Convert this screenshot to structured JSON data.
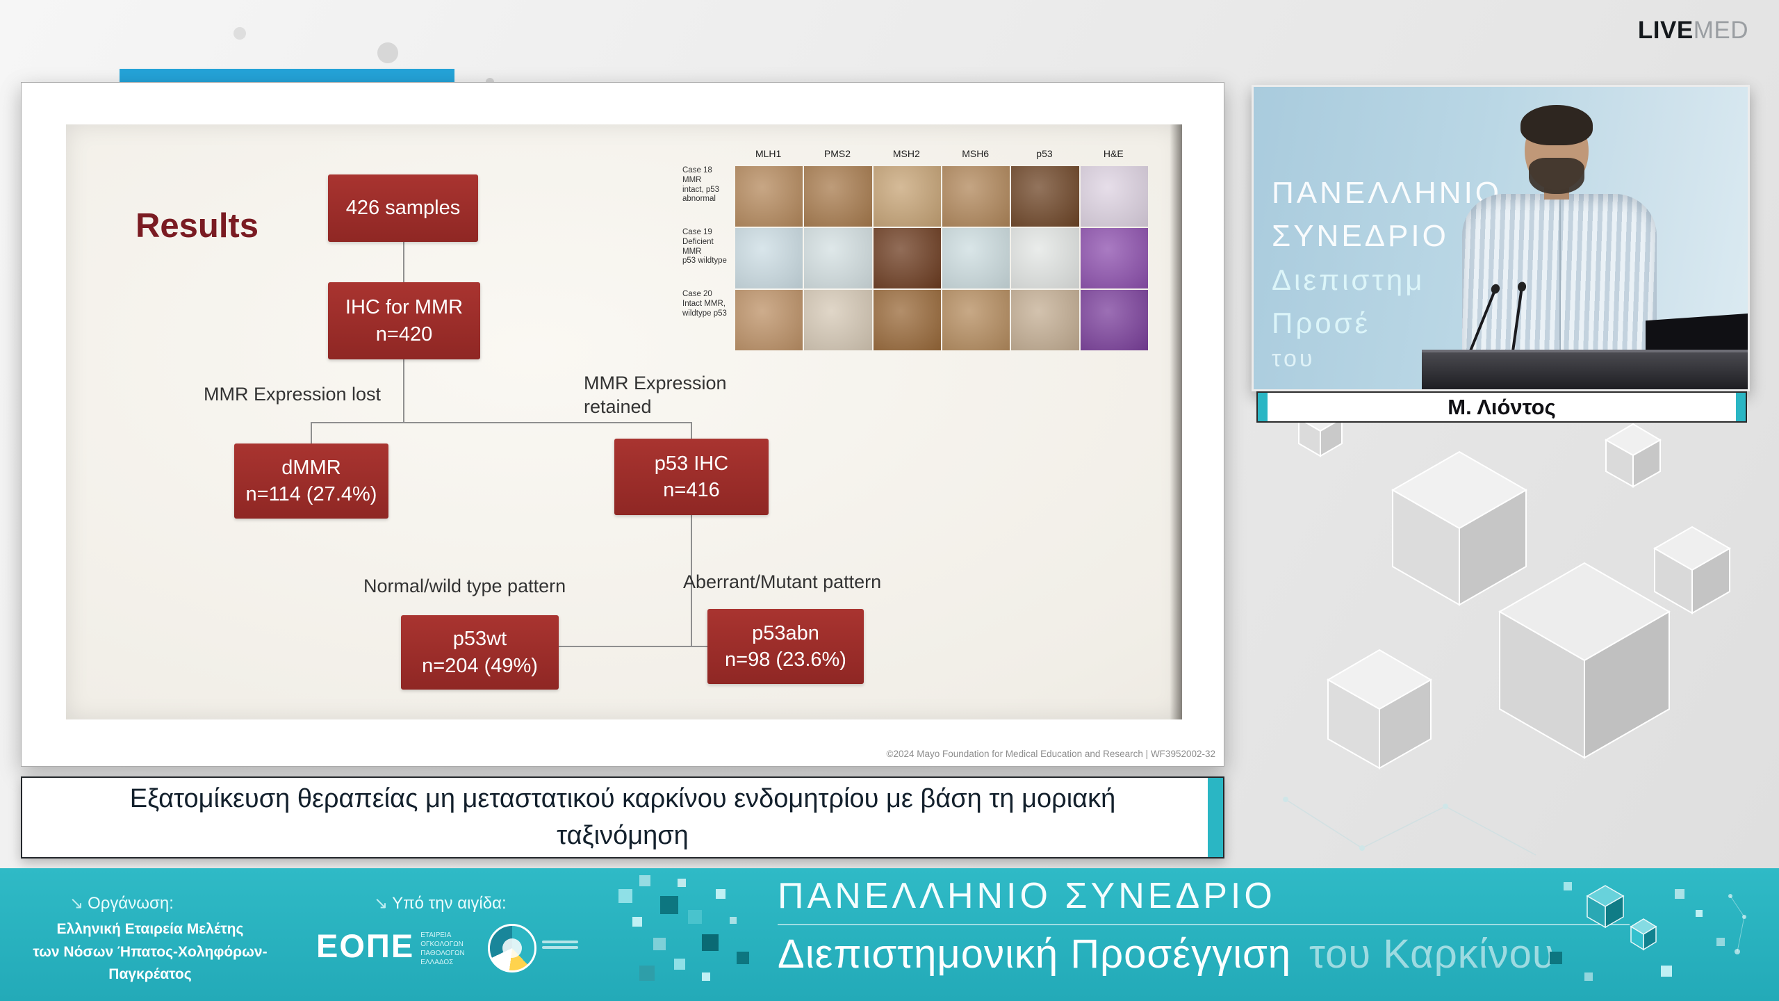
{
  "brand": {
    "live": "LIVE",
    "med": "MED"
  },
  "slide": {
    "title": "Results",
    "flowchart": {
      "box_samples": {
        "line1": "426 samples"
      },
      "box_ihc": {
        "line1": "IHC for MMR",
        "line2": "n=420"
      },
      "label_lost": "MMR Expression lost",
      "label_retained_1": "MMR Expression",
      "label_retained_2": "retained",
      "box_dmmr": {
        "line1": "dMMR",
        "line2": "n=114 (27.4%)"
      },
      "box_p53ihc": {
        "line1": "p53 IHC",
        "line2": "n=416"
      },
      "label_wildtype": "Normal/wild type pattern",
      "label_mutant": "Aberrant/Mutant pattern",
      "box_p53wt": {
        "line1": "p53wt",
        "line2": "n=204 (49%)"
      },
      "box_p53abn": {
        "line1": "p53abn",
        "line2": "n=98 (23.6%)"
      }
    },
    "ihc_panel": {
      "columns": [
        "MLH1",
        "PMS2",
        "MSH2",
        "MSH6",
        "p53",
        "H&E"
      ],
      "rows": [
        {
          "label": "Case 18\nMMR\nintact, p53\nabnormal",
          "cells": [
            "#b5895c",
            "#a87b4d",
            "#c7a476",
            "#b1875a",
            "#6e4526",
            "#ded3e2"
          ]
        },
        {
          "label": "Case 19\nDeficient MMR\np53 wildtype",
          "cells": [
            "#ccdde4",
            "#d4e0e2",
            "#6d3c20",
            "#cddde0",
            "#e3e6e4",
            "#8d4fae"
          ]
        },
        {
          "label": "Case 20\nIntact MMR,\nwildtype p53",
          "cells": [
            "#bd9166",
            "#d6c9b6",
            "#996939",
            "#b58c5e",
            "#c4ae93",
            "#7b3f9c"
          ]
        }
      ]
    },
    "copyright": "©2024 Mayo Foundation for Medical Education and Research  |  WF3952002-32"
  },
  "speaker": {
    "name": "Μ. Λιόντος",
    "backdrop": [
      "ΠΑΝΕΛΛΗΝΙΟ",
      "ΣΥΝΕΔΡΙΟ",
      "Διεπιστημ",
      "Προσέ",
      "του"
    ]
  },
  "title_bar": {
    "text": "Εξατομίκευση θεραπείας μη μεταστατικού καρκίνου ενδομητρίου με βάση τη μοριακή ταξινόμηση"
  },
  "footer": {
    "arrow": "↘",
    "organizer_label": "Οργάνωση:",
    "organizer_lines": [
      "Ελληνική Εταιρεία Μελέτης",
      "των Νόσων Ήπατος-Χοληφόρων-Παγκρέατος"
    ],
    "auspices_label": "Υπό την αιγίδα:",
    "eope": {
      "name": "ΕΟΠΕ",
      "sub": [
        "ΕΤΑΙΡΕΙΑ",
        "ΟΓΚΟΛΟΓΩΝ",
        "ΠΑΘΟΛΟΓΩΝ",
        "ΕΛΛΑΔΟΣ"
      ]
    },
    "congress_line1": "ΠΑΝΕΛΛΗΝΙΟ ΣΥΝΕΔΡΙΟ",
    "congress_line2a": "Διεπιστημονική Προσέγγιση",
    "congress_line2b": "του Καρκίνου"
  }
}
